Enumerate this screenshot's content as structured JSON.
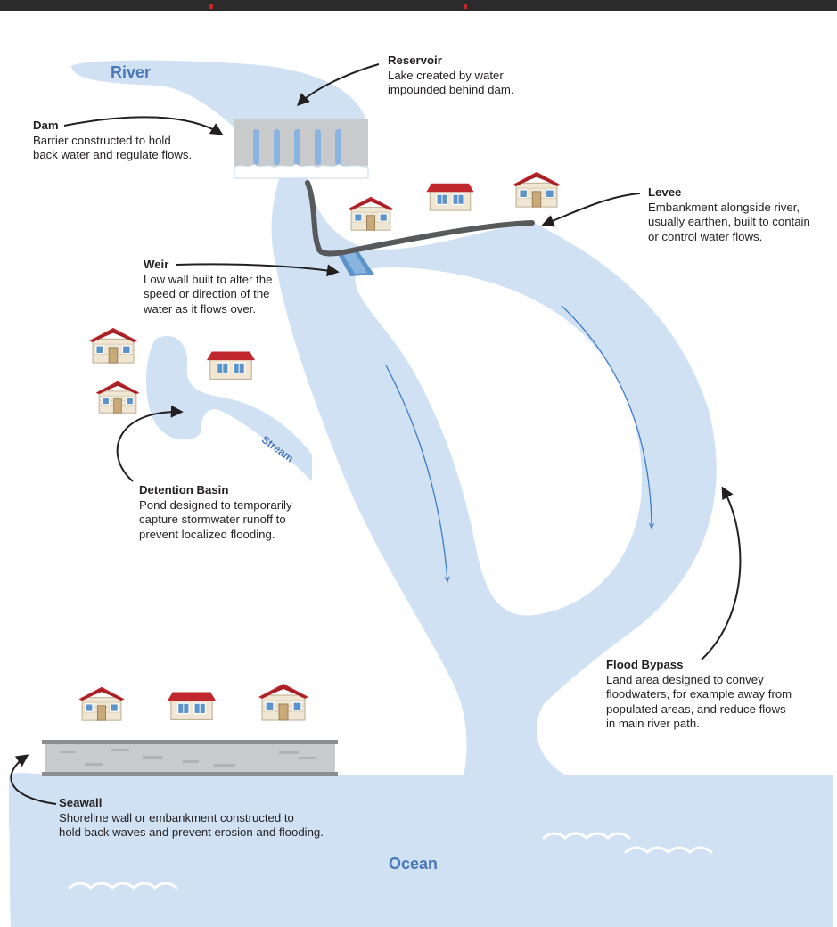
{
  "colors": {
    "water": "#cfe1f2",
    "water_text": "#4a79b8",
    "flow_arrow": "#3f7dc4",
    "label_text": "#231f20",
    "pointer": "#231f20",
    "levee": "#58595b",
    "dam": "#c9cacc",
    "roof": "#c0282d",
    "house_wall": "#efe6d3",
    "window": "#5c93c9",
    "seawall": "#c2c3c5",
    "top_bar": "#2b2b2b"
  },
  "water_names": {
    "river": "River",
    "stream": "Stream",
    "ocean": "Ocean"
  },
  "labels": {
    "reservoir": {
      "title": "Reservoir",
      "desc": "Lake created by water\nimpounded behind dam."
    },
    "dam": {
      "title": "Dam",
      "desc": "Barrier constructed to hold\nback water and regulate flows."
    },
    "levee": {
      "title": "Levee",
      "desc": "Embankment alongside river,\nusually earthen, built to contain\nor control water flows."
    },
    "weir": {
      "title": "Weir",
      "desc": "Low wall built to alter the\nspeed or direction of the\nwater as it flows over."
    },
    "detention_basin": {
      "title": "Detention Basin",
      "desc": "Pond designed to temporarily\ncapture stormwater runoff to\nprevent localized flooding."
    },
    "flood_bypass": {
      "title": "Flood Bypass",
      "desc": "Land area designed to convey\nfloodwaters, for example away from\npopulated areas, and reduce flows\nin main river path."
    },
    "seawall": {
      "title": "Seawall",
      "desc": "Shoreline wall or embankment constructed to\nhold back waves and prevent erosion and flooding."
    }
  }
}
